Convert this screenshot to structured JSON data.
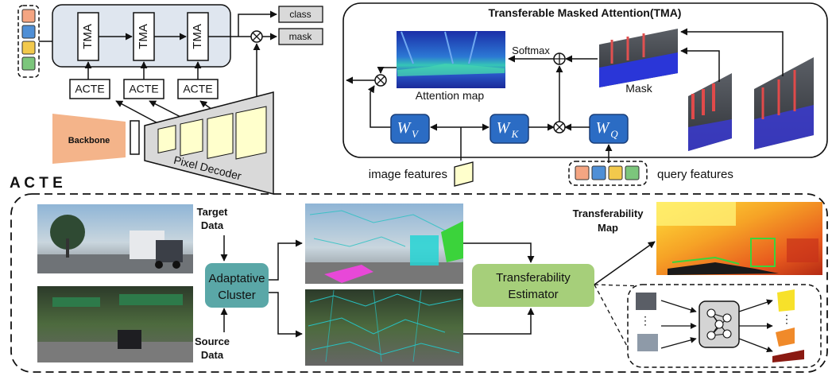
{
  "tma_title": "Transferable Masked Attention(TMA)",
  "tma_block_label": "TMA",
  "acte_block_label": "ACTE",
  "backbone_label": "Backbone",
  "pixel_decoder_label": "Pixel Decoder",
  "output_class_label": "class",
  "output_mask_label": "mask",
  "softmax_label": "Softmax",
  "attention_map_label": "Attention map",
  "mask_label": "Mask",
  "wv": {
    "base": "W",
    "sub": "V"
  },
  "wk": {
    "base": "W",
    "sub": "K"
  },
  "wq": {
    "base": "W",
    "sub": "Q"
  },
  "image_features_label": "image features",
  "query_features_label": "query features",
  "acte_section_title": "A C T E",
  "target_data_label": [
    "Target",
    "Data"
  ],
  "source_data_label": [
    "Source",
    "Data"
  ],
  "adaptative_cluster_label": [
    "Adaptative",
    "Cluster"
  ],
  "transferability_estimator_label": [
    "Transferability",
    "Estimator"
  ],
  "transferability_map_label": [
    "Transferability",
    "Map"
  ],
  "query_colors": [
    "#f4a582",
    "#4f8fd6",
    "#f2c94c",
    "#7cc67c"
  ],
  "colors": {
    "block_blue": "#2b6cc4",
    "cluster_teal": "#5aa7a7",
    "estimator_green": "#a6cf7a",
    "tma_bg": "#dfe6ef",
    "backbone_fill": "#f4b48a"
  }
}
